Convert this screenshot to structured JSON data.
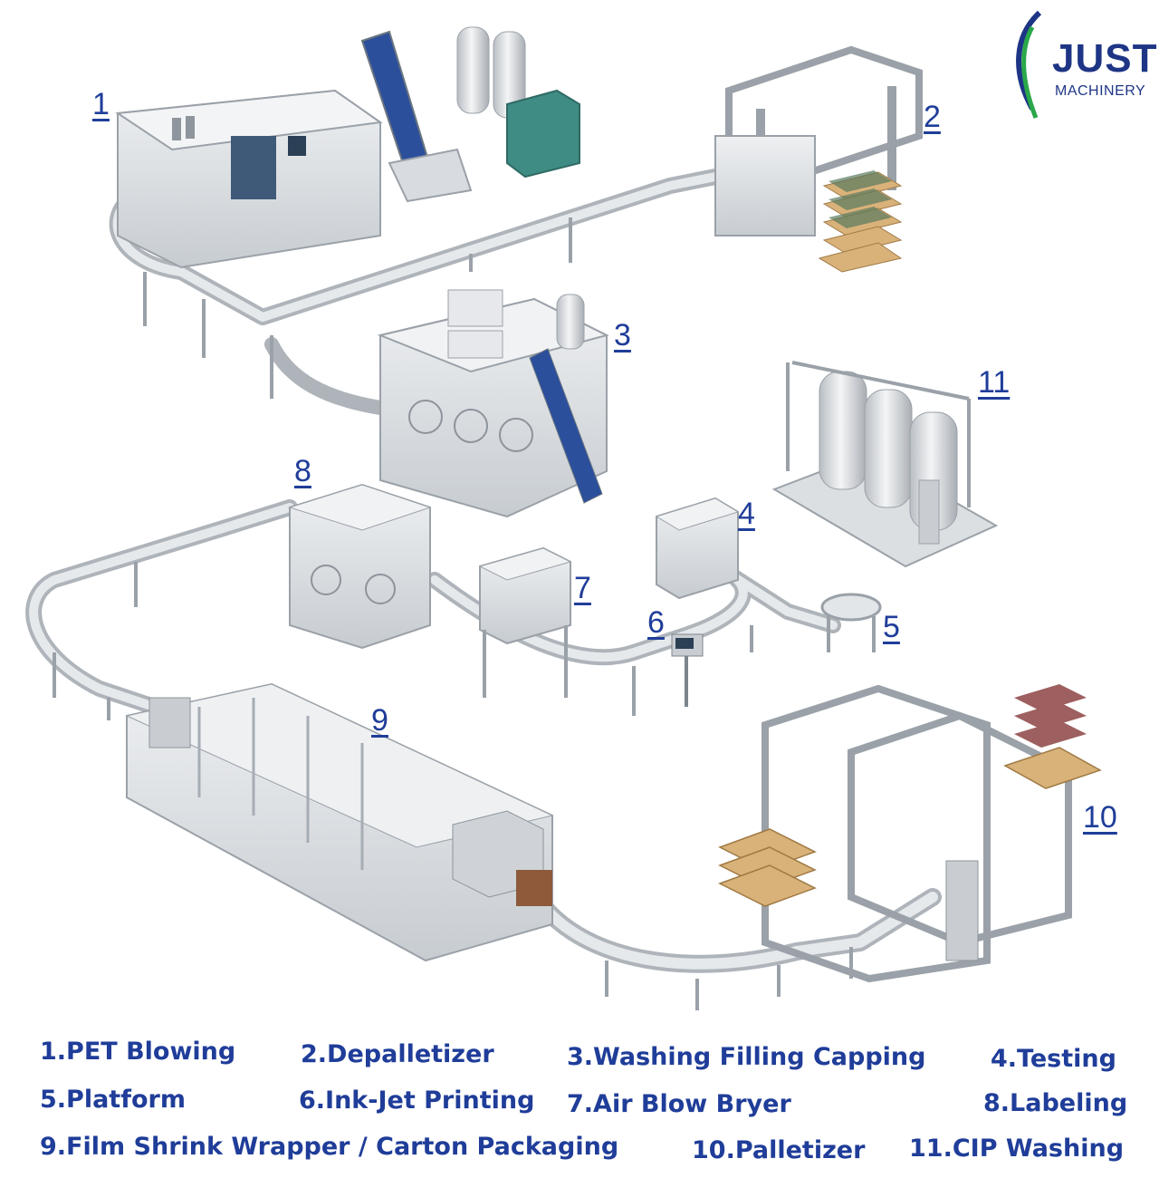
{
  "logo": {
    "name": "JUST",
    "subtitle": "MACHINERY",
    "colors": {
      "blue": "#1e3585",
      "green": "#2aa84a"
    }
  },
  "numbers": [
    "1",
    "2",
    "3",
    "4",
    "5",
    "6",
    "7",
    "8",
    "9",
    "10",
    "11"
  ],
  "legend": [
    "1.PET Blowing",
    "2.Depalletizer",
    "3.Washing Filling Capping",
    "4.Testing",
    "5.Platform",
    "6.Ink-Jet Printing",
    "7.Air Blow Bryer",
    "8.Labeling",
    "9.Film Shrink Wrapper / Carton Packaging",
    "10.Palletizer",
    "11.CIP Washing"
  ],
  "colors": {
    "label": "#1f3d99",
    "machine": "#d9dce0",
    "machine_dark": "#9aa1a8",
    "conveyor": "#c4c9ce",
    "pallet": "#d9b27a",
    "bottle": "#7d2a2a",
    "teal": "#3f8c84",
    "blue_belt": "#2c4f9c"
  }
}
